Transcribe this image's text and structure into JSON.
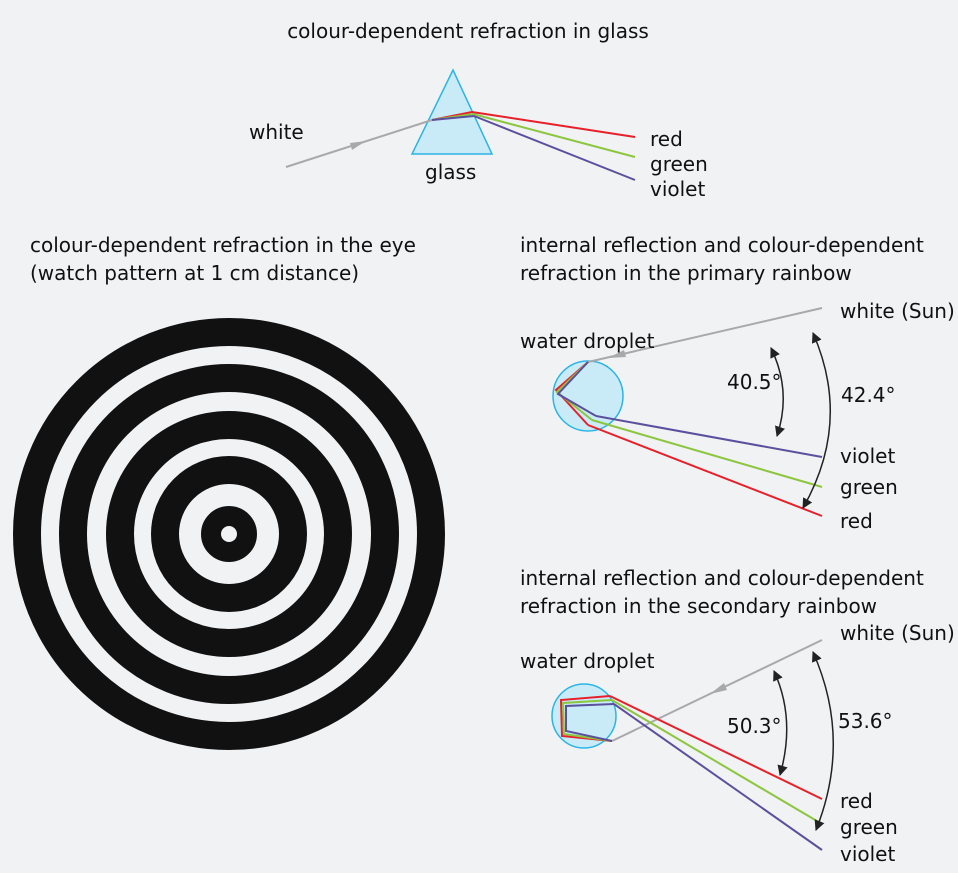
{
  "colors": {
    "background": "#f1f2f4",
    "white_ray": "#a9a9ad",
    "red": "#e8202a",
    "green": "#8cc63f",
    "violet": "#5b4f9e",
    "glass_fill": "#c9ebf8",
    "glass_edge": "#2bb5e6",
    "target_black": "#111111"
  },
  "prism_panel": {
    "title": "colour-dependent refraction in glass",
    "white_label": "white",
    "glass_label": "glass",
    "red_label": "red",
    "green_label": "green",
    "violet_label": "violet"
  },
  "eye_panel": {
    "title_line1": "colour-dependent refraction in the eye",
    "title_line2": "(watch pattern at 1 cm distance)"
  },
  "primary_panel": {
    "title_line1": "internal reflection and colour-dependent",
    "title_line2": "refraction in the primary rainbow",
    "sun_label": "white (Sun)",
    "droplet_label": "water droplet",
    "angle_violet": "40.5°",
    "angle_red": "42.4°",
    "violet_label": "violet",
    "green_label": "green",
    "red_label": "red"
  },
  "secondary_panel": {
    "title_line1": "internal reflection and colour-dependent",
    "title_line2": "refraction in the secondary rainbow",
    "sun_label": "white (Sun)",
    "droplet_label": "water droplet",
    "angle_red": "50.3°",
    "angle_violet": "53.6°",
    "red_label": "red",
    "green_label": "green",
    "violet_label": "violet"
  }
}
